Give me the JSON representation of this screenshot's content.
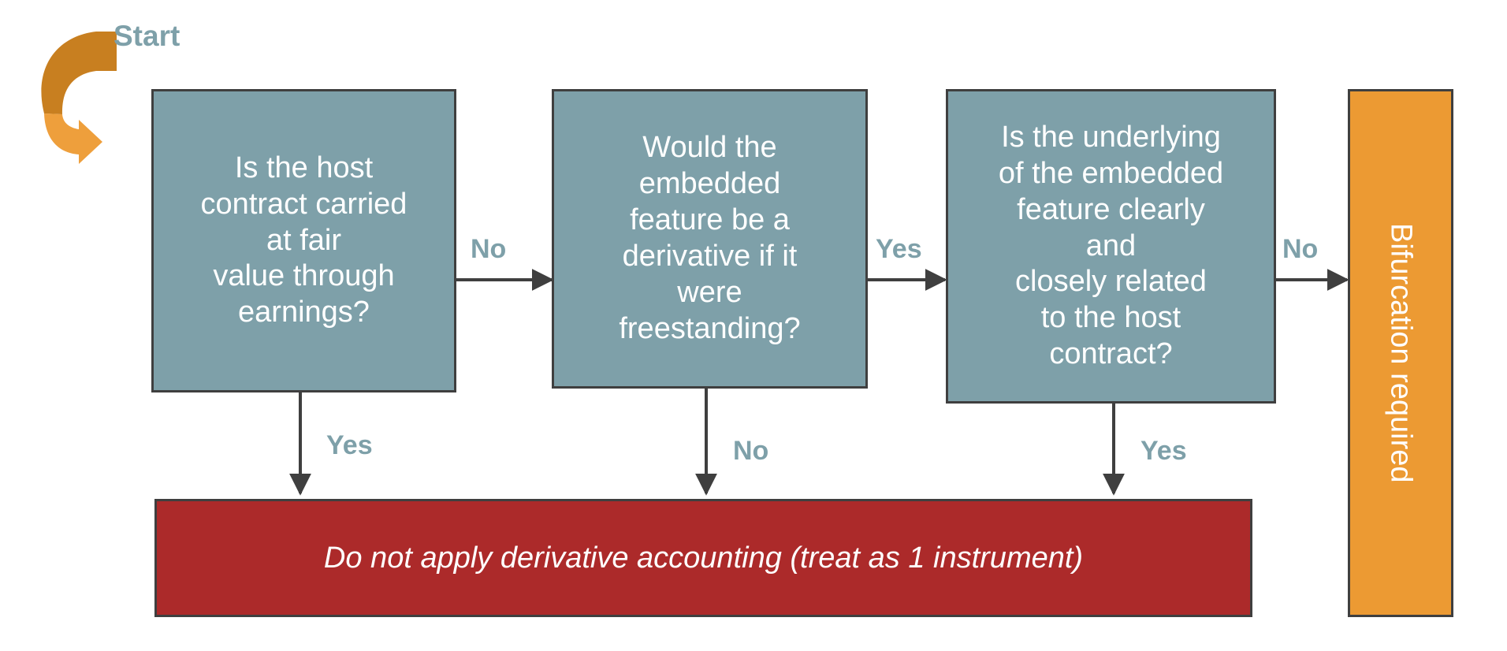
{
  "diagram": {
    "title": "Embedded derivative bifurcation decision flowchart",
    "start_label": "Start",
    "colors": {
      "decision_fill": "#7ea0a9",
      "decision_border": "#3f3f3f",
      "terminal_red": "#ac2a2a",
      "terminal_orange": "#ec9a33",
      "label_text": "#7ea0a9",
      "connector": "#3f3f3f",
      "arrow_dark_orange": "#c87f20",
      "arrow_light_orange": "#ee9f3c"
    },
    "nodes": [
      {
        "id": "q1",
        "type": "decision",
        "text": "Is the host\ncontract carried\nat fair\nvalue through\nearnings?"
      },
      {
        "id": "q2",
        "type": "decision",
        "text": "Would the\nembedded\nfeature be a\nderivative if it\nwere\nfreestanding?"
      },
      {
        "id": "q3",
        "type": "decision",
        "text": "Is the underlying\nof the embedded\nfeature clearly\nand\nclosely related\nto the host\ncontract?"
      },
      {
        "id": "no-bifurcation",
        "type": "terminal",
        "text": "Do not apply derivative accounting (treat as 1 instrument)"
      },
      {
        "id": "bifurcation",
        "type": "terminal",
        "text": "Bifurcation required"
      }
    ],
    "edges": [
      {
        "id": "q1-to-q2",
        "from": "q1",
        "to": "q2",
        "label": "No",
        "direction": "right"
      },
      {
        "id": "q2-to-q3",
        "from": "q2",
        "to": "q3",
        "label": "Yes",
        "direction": "right"
      },
      {
        "id": "q3-to-bifurcation",
        "from": "q3",
        "to": "bifurcation",
        "label": "No",
        "direction": "right"
      },
      {
        "id": "q1-to-terminal",
        "from": "q1",
        "to": "no-bifurcation",
        "label": "Yes",
        "direction": "down"
      },
      {
        "id": "q2-to-terminal",
        "from": "q2",
        "to": "no-bifurcation",
        "label": "No",
        "direction": "down"
      },
      {
        "id": "q3-to-terminal",
        "from": "q3",
        "to": "no-bifurcation",
        "label": "Yes",
        "direction": "down"
      }
    ]
  }
}
